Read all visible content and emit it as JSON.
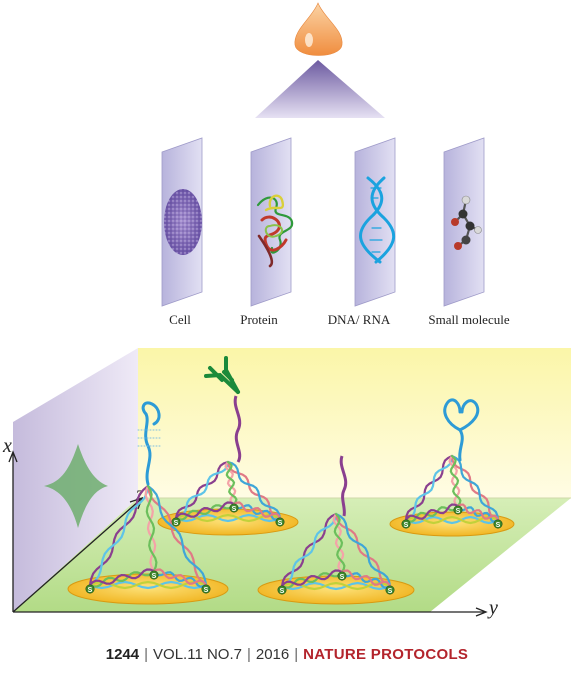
{
  "panels": [
    {
      "label": "Cell",
      "icon": "cell-icon"
    },
    {
      "label": "Protein",
      "icon": "protein-icon"
    },
    {
      "label": "DNA/ RNA",
      "icon": "dna-helix-icon"
    },
    {
      "label": "Small molecule",
      "icon": "small-molecule-icon"
    }
  ],
  "axes": {
    "x": "x",
    "y": "y",
    "z": "z"
  },
  "tetrahedron_anchor_label": "S",
  "footer": {
    "page_number": "1244",
    "volume_issue": "VOL.11 NO.7",
    "year": "2016",
    "journal": "NATURE PROTOCOLS"
  },
  "colors": {
    "droplet": "#f6a25c",
    "cone": "#8b78b6",
    "panel": "#c6c3e4",
    "back_wall": "#fbf8b8",
    "floor": "#c6e4a0",
    "side_wall": "#cdc4e0",
    "platform": "#f7c431",
    "journal_red": "#b3242c",
    "peak": "#6fae6f"
  }
}
